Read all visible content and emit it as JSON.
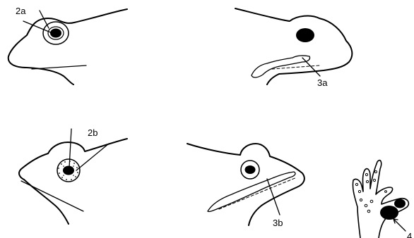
{
  "labels": {
    "fig_2a": "2a",
    "fig_3a": "3a",
    "fig_2b": "2b",
    "fig_3b": "3b",
    "fig_4": "4"
  },
  "colors": {
    "stroke": "#000000",
    "background": "#ffffff"
  }
}
